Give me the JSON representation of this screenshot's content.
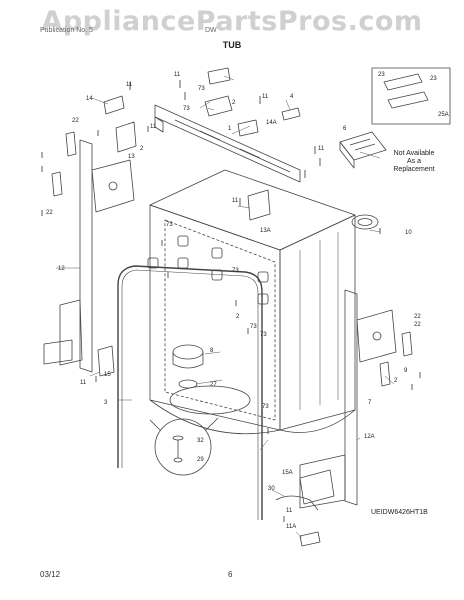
{
  "watermark": "AppliancePartsPros.com",
  "header": {
    "left": "Publication No. 5",
    "right": "DW",
    "title": "TUB"
  },
  "note": {
    "line1": "Not Available",
    "line2": "As a",
    "line3": "Replacement"
  },
  "model_code": "UEIDW6426HT1B",
  "footer": {
    "date": "03/12",
    "page": "6"
  },
  "callouts": [
    "11",
    "14",
    "2",
    "73",
    "11",
    "4",
    "14A",
    "1",
    "6",
    "11",
    "73",
    "22",
    "11",
    "23",
    "25A",
    "23",
    "22",
    "13",
    "2",
    "11",
    "13A",
    "12",
    "11",
    "10",
    "73",
    "73",
    "22",
    "73",
    "9",
    "15",
    "11",
    "2",
    "73",
    "7",
    "22",
    "27",
    "8",
    "3",
    "73",
    "32",
    "12A",
    "29",
    "15A",
    "30",
    "11",
    "11A",
    "2"
  ]
}
